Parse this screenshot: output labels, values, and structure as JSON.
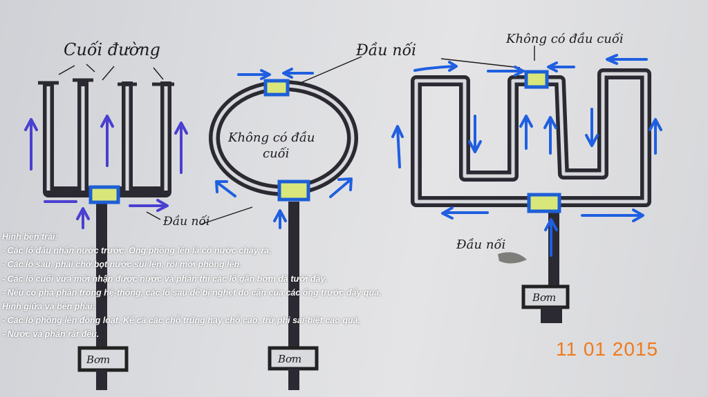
{
  "labels": {
    "end_of_line": "Cuối đường",
    "connector_middle": "Đầu nối",
    "no_end_middle_line1": "Không có đầu",
    "no_end_middle_line2": "cuối",
    "no_end_right": "Không có đầu cuối",
    "connector_left_bottom": "Đầu nối",
    "connector_right_bottom": "Đầu nối",
    "pump": "Bơm"
  },
  "notes": {
    "left_heading": "Hình bên trái:",
    "left_items": [
      "- Các lổ đầu nhận nước trước. Ống phồng lên là có nước chảy ra.",
      "- Các lổ sau, phải chờ bọt nước sủi lên, rồi mới phồng lên.",
      "- Các lổ cuối vừa mới nhận được nước và phân thì các lổ gần bơm đã tưới đầy.",
      "- Nếu có pha phân trong hệ-thống, các lổ sau dễ bị nghẹt do cặn của các ống trước đẩy qua."
    ],
    "right_heading": "Hình giữa và bên phải:",
    "right_items": [
      "- Các lổ phồng lên đồng loạt. Kể cả các chỗ trũng hay chỗ cao, trừ phi sai-biệt cao quá,",
      "- Nước và phân rất đều."
    ]
  },
  "date_stamp": "11 01 2015",
  "colors": {
    "arrow": "#1f5fe0",
    "connector": "#d9e77a",
    "date": "#f07a1a"
  }
}
